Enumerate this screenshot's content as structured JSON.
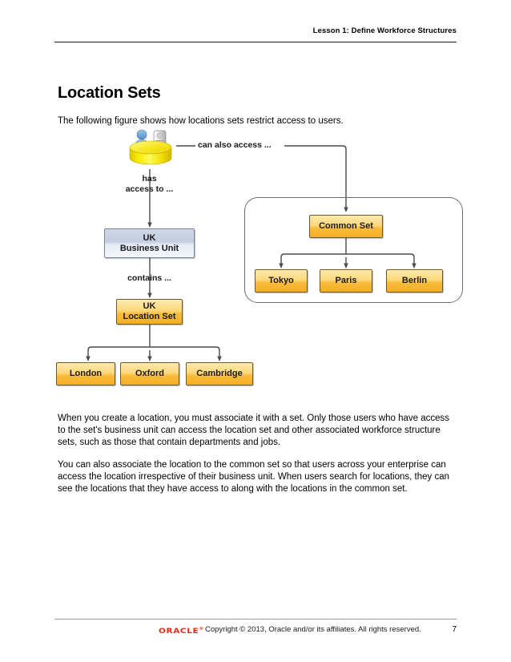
{
  "header": {
    "running_head": "Lesson 1: Define Workforce Structures"
  },
  "title": "Location Sets",
  "intro": "The following figure shows how locations sets restrict access to users.",
  "figure": {
    "actor_icon": "user-records-cylinder-icon",
    "labels": {
      "has_access_to": "has\naccess to ...",
      "has_access_line1": "has",
      "has_access_line2": "access to ...",
      "contains": "contains ...",
      "can_also_access": "can also access ..."
    },
    "nodes": {
      "uk_business_unit_line1": "UK",
      "uk_business_unit_line2": "Business Unit",
      "uk_location_set_line1": "UK",
      "uk_location_set_line2": "Location Set",
      "london": "London",
      "oxford": "Oxford",
      "cambridge": "Cambridge",
      "common_set": "Common Set",
      "tokyo": "Tokyo",
      "paris": "Paris",
      "berlin": "Berlin"
    },
    "colors": {
      "business_unit_fill": "#c3cde0",
      "location_set_fill": "#f9bc3c",
      "cylinder_fill": "#f2e200",
      "panel_border": "#6f6f6f",
      "connector": "#4a4a4a"
    }
  },
  "body": {
    "paragraph_1": "When you create a location, you must associate it with a set. Only those users who have access to the set's business unit can access the location set and other associated workforce structure sets, such as those that contain departments and jobs.",
    "paragraph_2": "You can also associate the location to the common set so that users across your enterprise can access the location irrespective of their business unit. When users search for locations, they can see the locations that they have access to along with the locations in the common set."
  },
  "footer": {
    "logo_text": "ORACLE",
    "logo_mark": "®",
    "copyright": "Copyright © 2013, Oracle and/or its affiliates. All rights reserved.",
    "page_number": "7",
    "logo_color": "#e02b1d"
  }
}
